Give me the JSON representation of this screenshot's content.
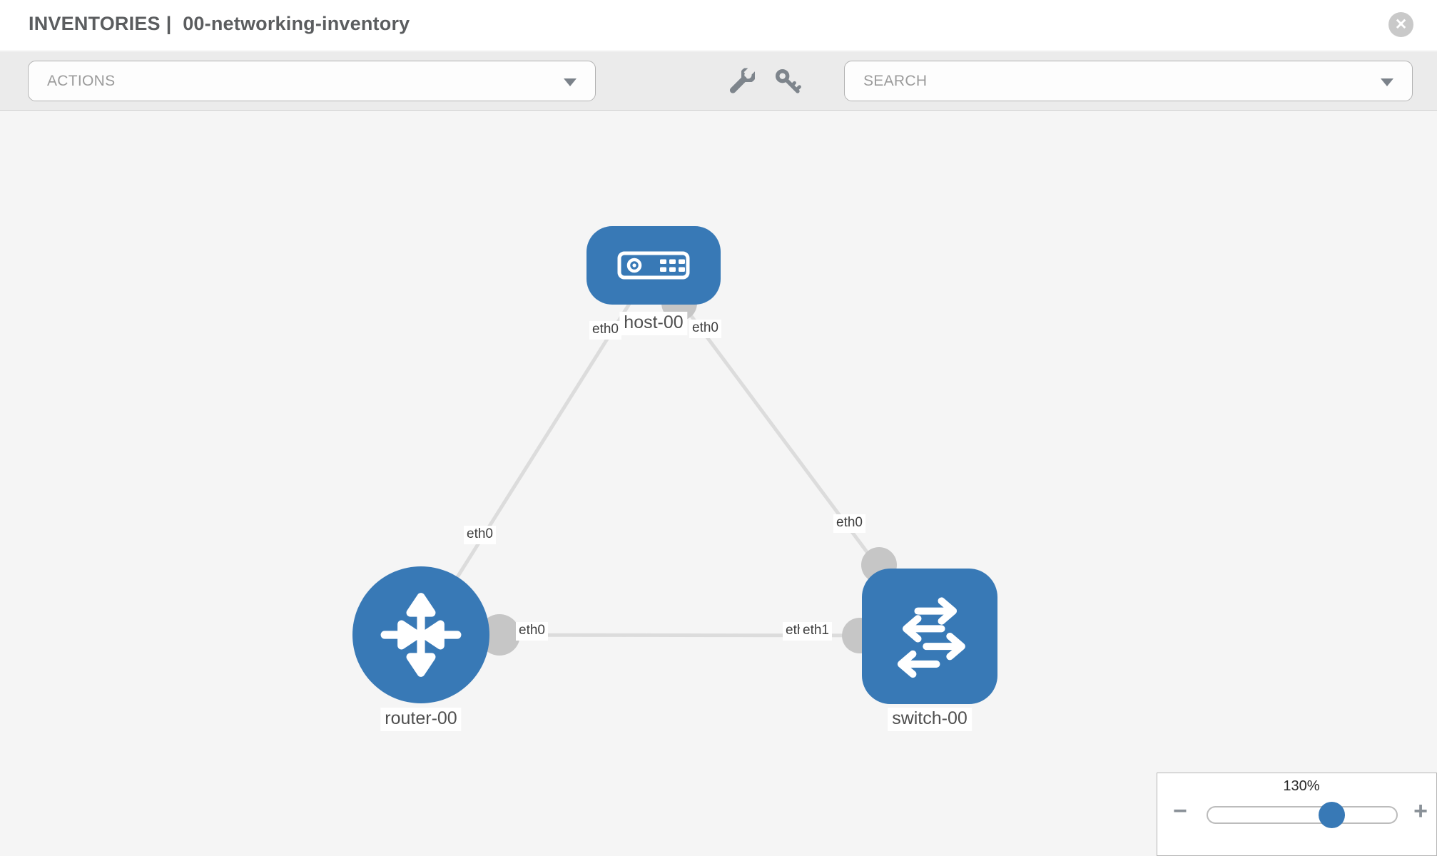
{
  "header": {
    "section": "INVENTORIES",
    "separator": "|",
    "inventory_name": "00-networking-inventory",
    "close_icon": "✕"
  },
  "toolbar": {
    "actions_label": "ACTIONS",
    "search_label": "SEARCH",
    "icons": [
      "wrench-icon",
      "key-icon"
    ]
  },
  "canvas": {
    "nodes": [
      {
        "id": "host-00",
        "label": "host-00",
        "type": "host",
        "icon": "server-icon"
      },
      {
        "id": "router-00",
        "label": "router-00",
        "type": "router",
        "icon": "router-arrows-icon"
      },
      {
        "id": "switch-00",
        "label": "switch-00",
        "type": "switch",
        "icon": "switch-arrows-icon"
      }
    ],
    "edges": [
      {
        "from": "host-00",
        "to": "router-00",
        "from_port": "eth0",
        "to_port": "eth0"
      },
      {
        "from": "host-00",
        "to": "switch-00",
        "from_port": "eth0",
        "to_port": "eth0"
      },
      {
        "from": "router-00",
        "to": "switch-00",
        "from_port": "eth0",
        "to_port": "eth1",
        "to_port_underlay": "eth0"
      }
    ]
  },
  "zoom_control": {
    "level": "130%",
    "percent": 130,
    "minus_label": "−",
    "plus_label": "+"
  },
  "colors": {
    "node_blue": "#3879b6",
    "edge_gray": "#dcdcdc",
    "endpoint_gray": "#c6c6c6",
    "toolbar_bg": "#ebebeb",
    "canvas_bg": "#f5f5f5",
    "icon_gray": "#7e858c"
  }
}
